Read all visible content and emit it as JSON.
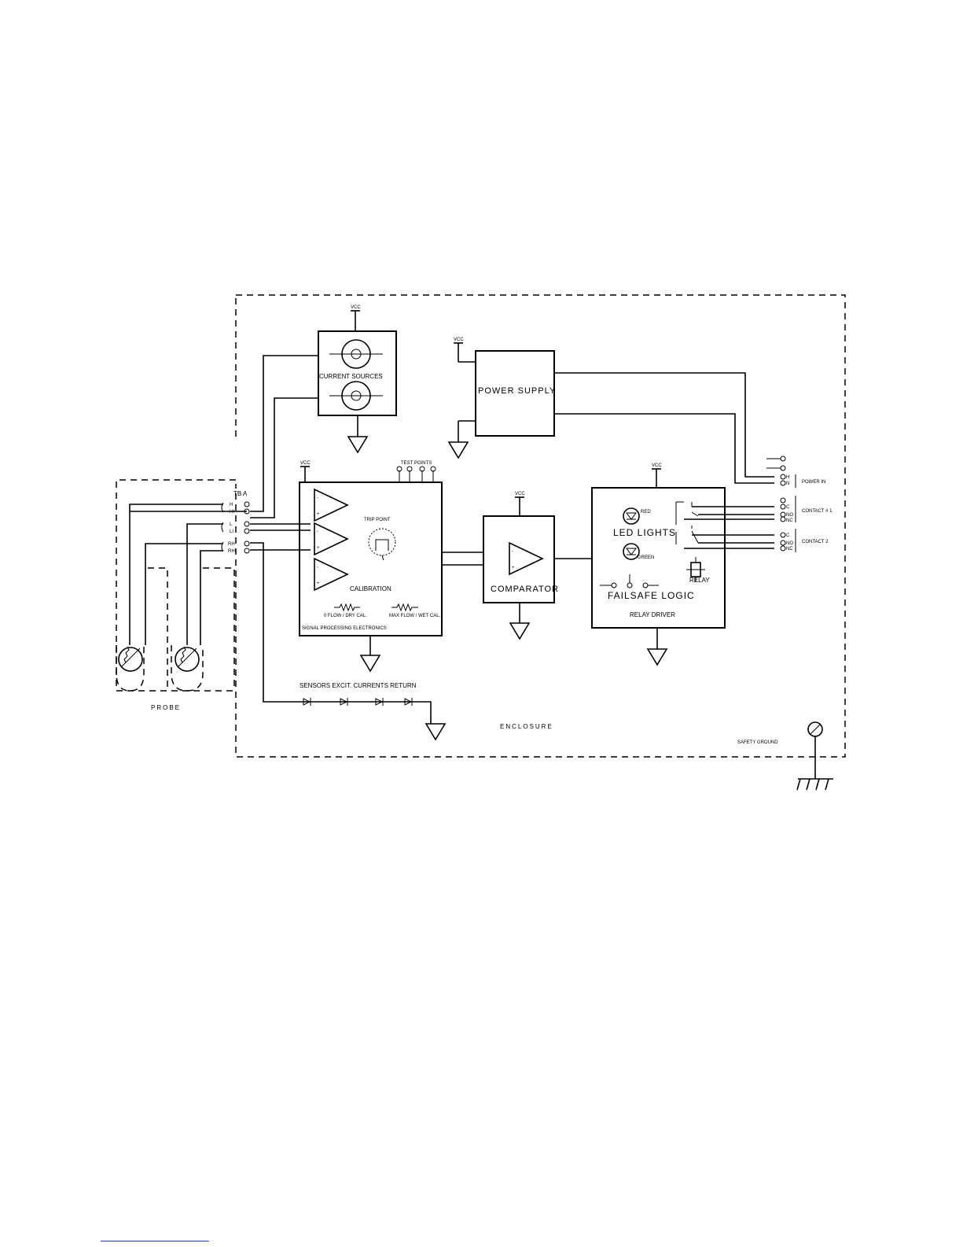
{
  "labels": {
    "vcc": "VCC",
    "current_sources": "CURRENT SOURCES",
    "power_supply": "POWER SUPPLY",
    "tb_a": "TB A",
    "test_points": "TEST POINTS",
    "trip_point": "TRIP POINT",
    "calibration": "CALIBRATION",
    "no_flow_dry_cal": "0 FLOW / DRY CAL.",
    "max_flow_wet_cal": "MAX FLOW / WET CAL.",
    "signal_processing": "SIGNAL PROCESSING ELECTRONICS",
    "comparator": "COMPARATOR",
    "led_lights": "LED LIGHTS",
    "red": "RED",
    "green": "GREEN",
    "relay": "RELAY",
    "failsafe_logic": "FAILSAFE LOGIC",
    "relay_driver": "RELAY DRIVER",
    "power_in": "POWER IN",
    "contact_1": "CONTACT # 1",
    "contact_2": "CONTACT 2",
    "sensors_return": "SENSORS EXCIT. CURRENTS RETURN",
    "probe": "PROBE",
    "enclosure": "ENCLOSURE",
    "safety_ground": "SAFETY GROUND"
  },
  "terminal_block": [
    "H",
    "HI",
    "L",
    "LI",
    "RH",
    "RHI"
  ],
  "output_terminals": [
    "H",
    "N",
    "C",
    "NO",
    "NC",
    "C",
    "NO",
    "NC"
  ]
}
